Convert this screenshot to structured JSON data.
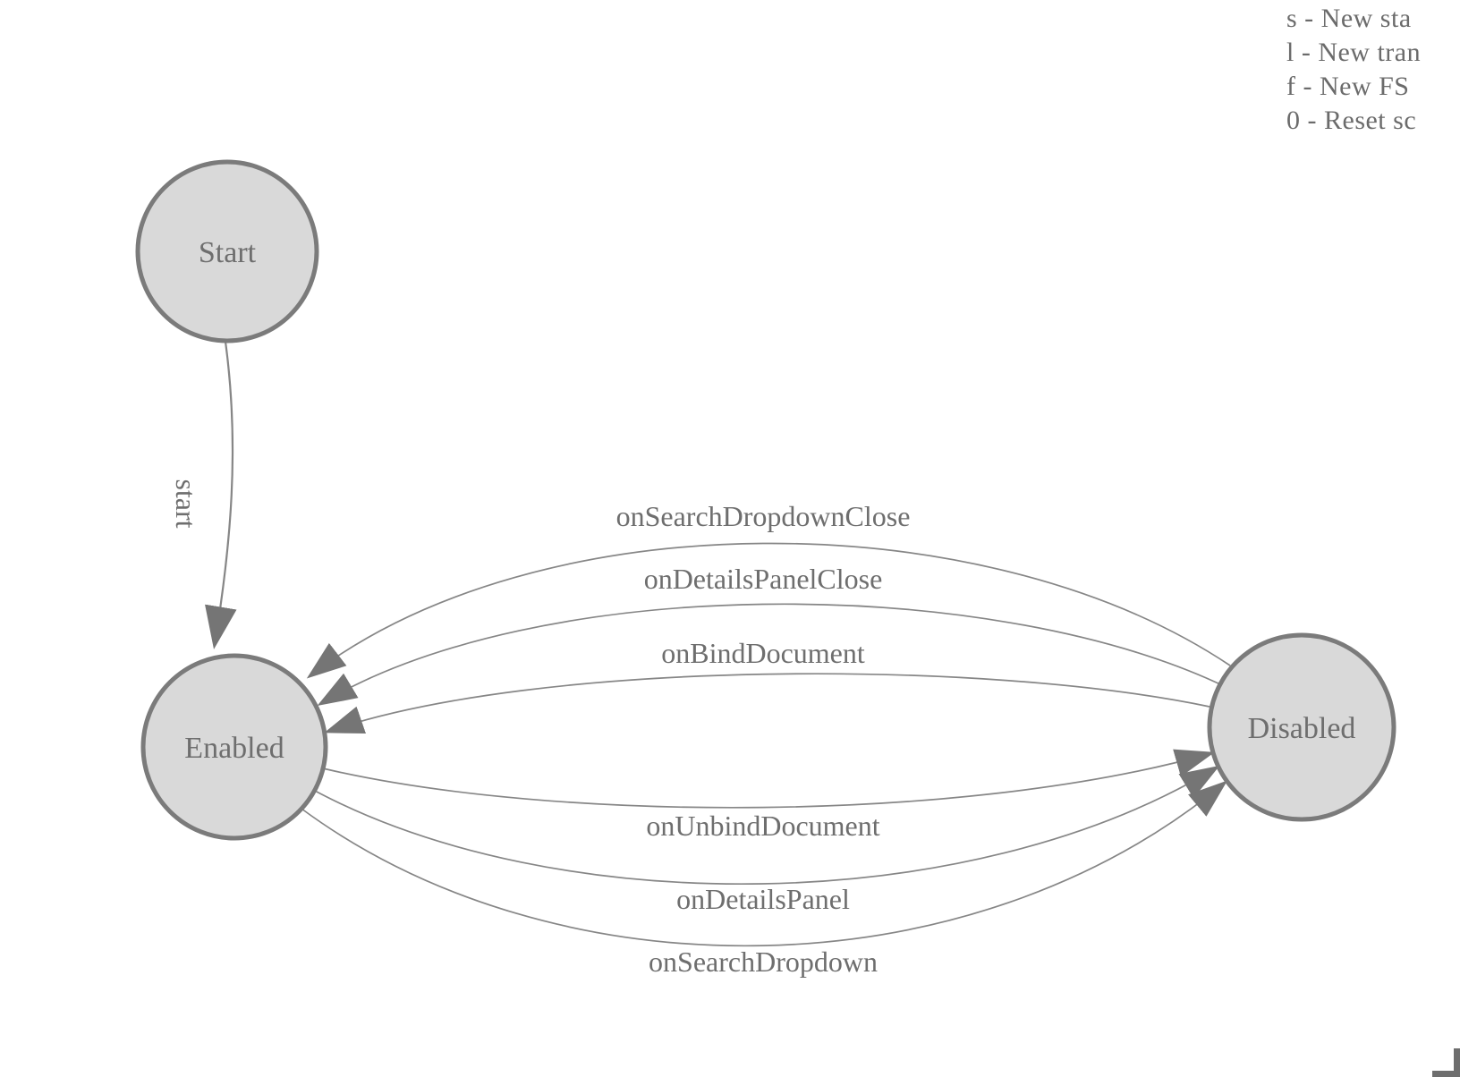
{
  "legend": {
    "items": [
      "s - New sta",
      "l - New tran",
      "f - New FS",
      "0 - Reset sc"
    ]
  },
  "states": [
    {
      "id": "start",
      "label": "Start"
    },
    {
      "id": "enabled",
      "label": "Enabled"
    },
    {
      "id": "disabled",
      "label": "Disabled"
    }
  ],
  "transitions": [
    {
      "label": "start",
      "from": "Start",
      "to": "Enabled"
    },
    {
      "label": "onSearchDropdownClose",
      "from": "Disabled",
      "to": "Enabled"
    },
    {
      "label": "onDetailsPanelClose",
      "from": "Disabled",
      "to": "Enabled"
    },
    {
      "label": "onBindDocument",
      "from": "Disabled",
      "to": "Enabled"
    },
    {
      "label": "onUnbindDocument",
      "from": "Enabled",
      "to": "Disabled"
    },
    {
      "label": "onDetailsPanel",
      "from": "Enabled",
      "to": "Disabled"
    },
    {
      "label": "onSearchDropdown",
      "from": "Enabled",
      "to": "Disabled"
    }
  ],
  "colors": {
    "node_fill": "#d9d9d9",
    "node_stroke": "#7b7b7b",
    "edge_stroke": "#868686",
    "arrow_fill": "#757575",
    "text": "#6e6e6e",
    "background": "#ffffff"
  }
}
